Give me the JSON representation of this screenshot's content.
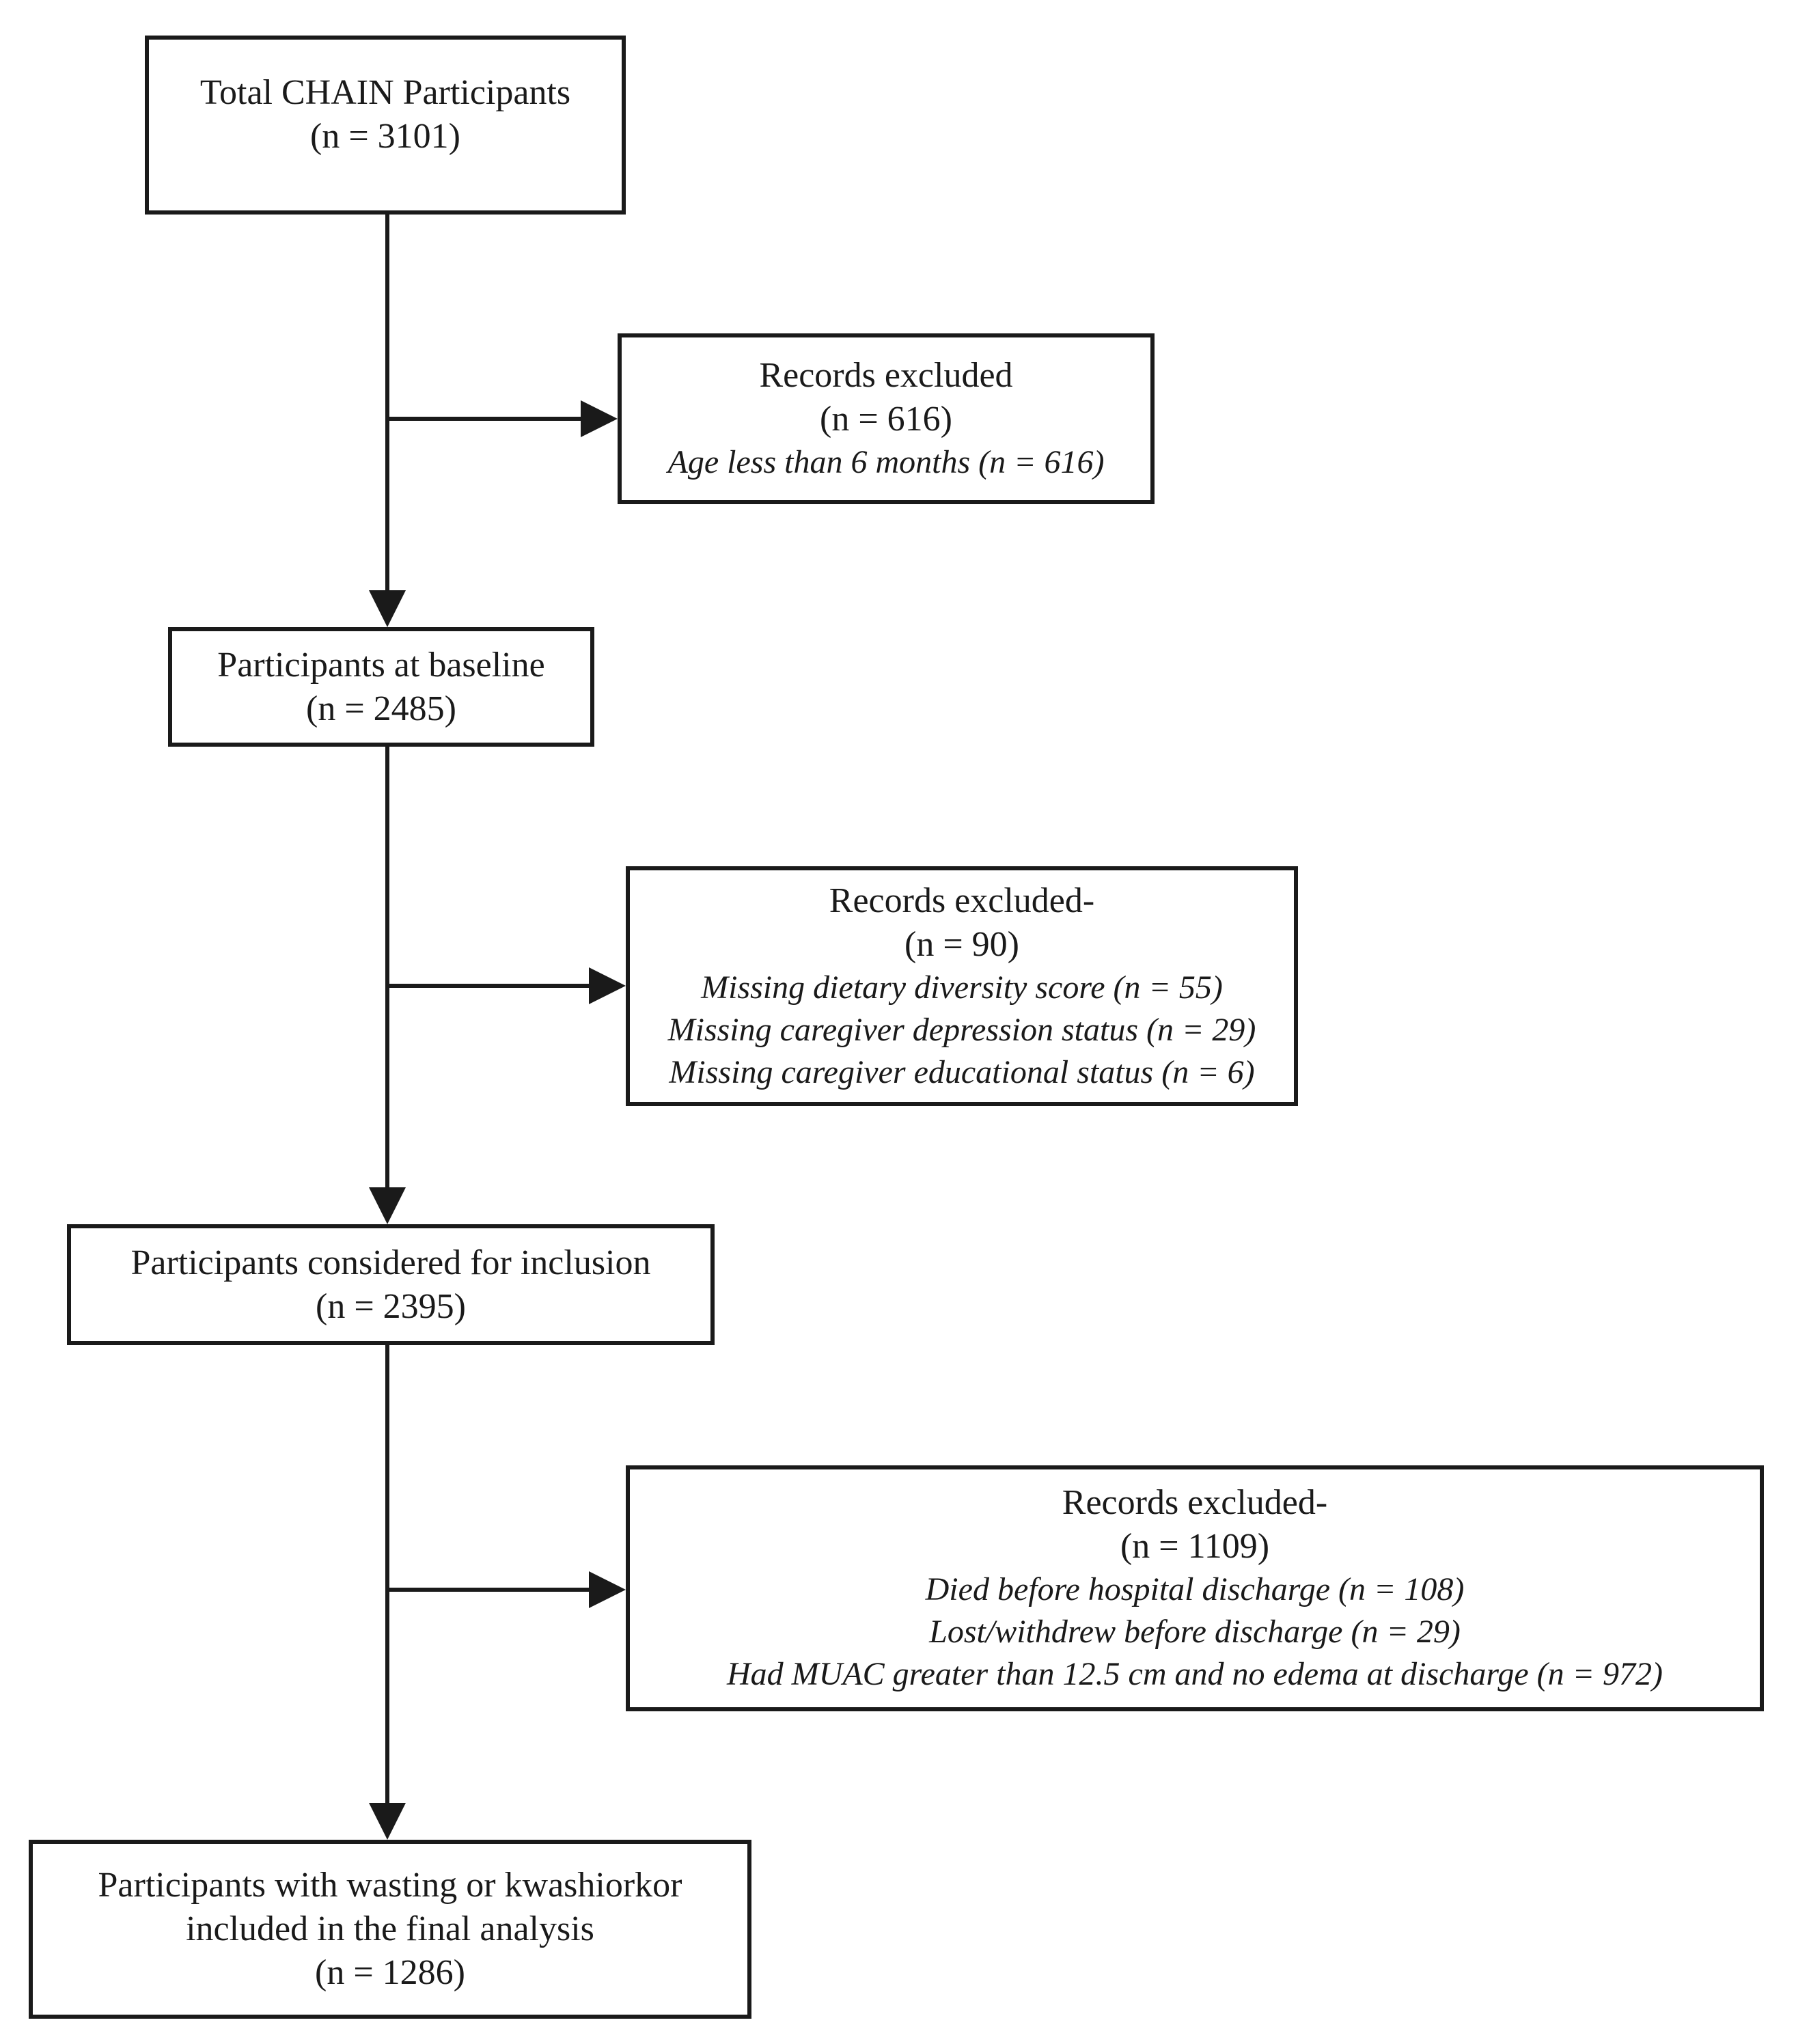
{
  "figure": {
    "background_color": "#ffffff",
    "line_color": "#1a1a1a",
    "text_color": "#1a1a1a"
  },
  "boxes": {
    "total": {
      "lines": [
        "Total CHAIN Participants",
        "(n = 3101)"
      ]
    },
    "excluded_age": {
      "title": "Records excluded",
      "count": "(n = 616)",
      "reasons": [
        "Age less than 6 months (n = 616)"
      ]
    },
    "baseline": {
      "lines": [
        "Participants at baseline",
        "(n = 2485)"
      ]
    },
    "excluded_missing": {
      "title": "Records excluded-",
      "count": "(n = 90)",
      "reasons": [
        "Missing dietary diversity score (n = 55)",
        "Missing caregiver depression status (n = 29)",
        "Missing caregiver educational status (n = 6)"
      ]
    },
    "considered": {
      "lines": [
        "Participants considered for inclusion",
        "(n = 2395)"
      ]
    },
    "excluded_discharge": {
      "title": "Records excluded-",
      "count": "(n = 1109)",
      "reasons": [
        "Died before hospital discharge (n = 108)",
        "Lost/withdrew before discharge (n = 29)",
        "Had MUAC greater than 12.5 cm and no edema at discharge (n = 972)"
      ]
    },
    "final": {
      "lines": [
        "Participants with wasting or kwashiorkor",
        "included in the final analysis",
        "(n = 1286)"
      ]
    }
  }
}
